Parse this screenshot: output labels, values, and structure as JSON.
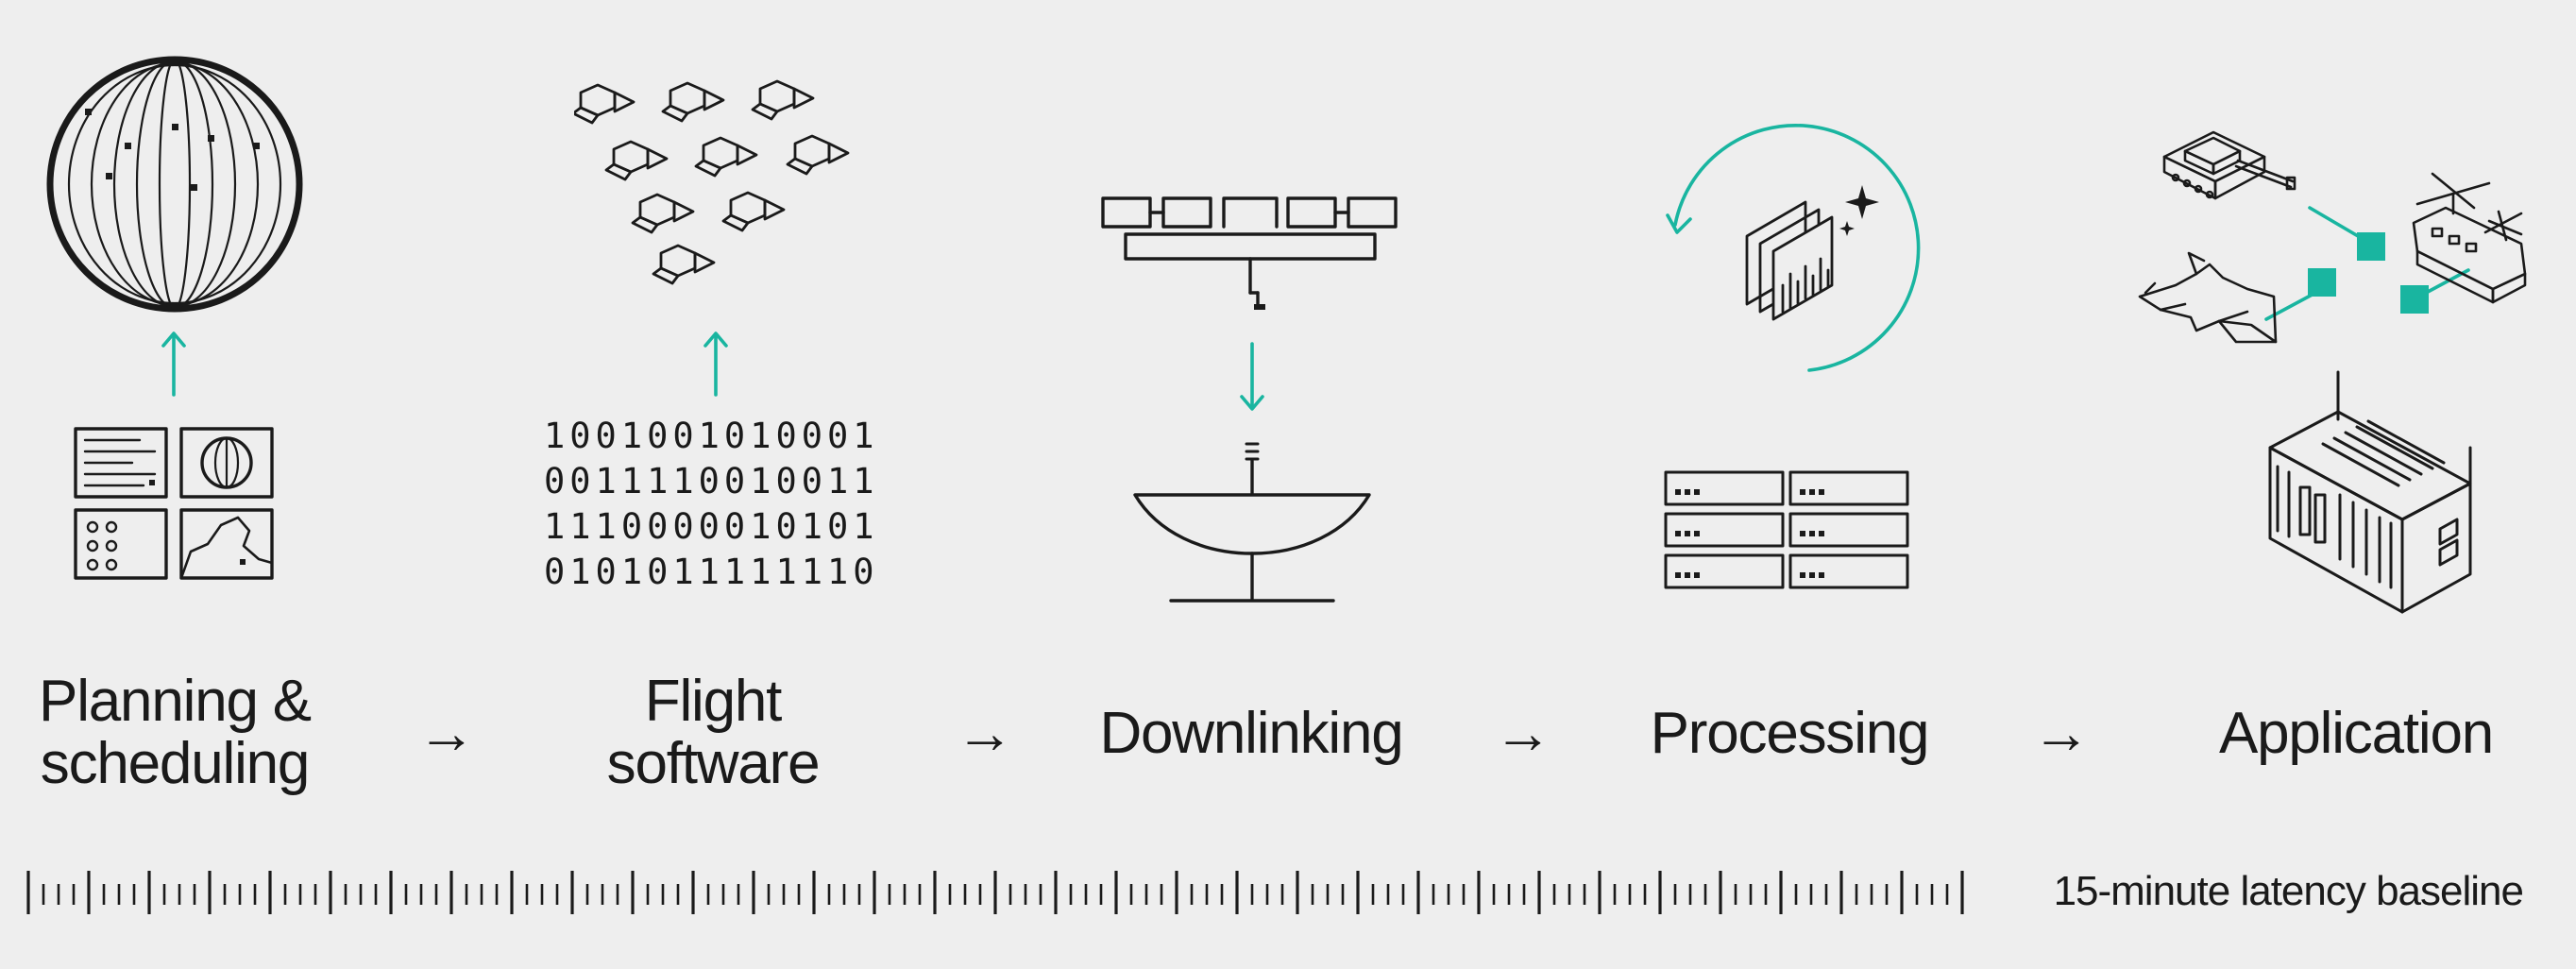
{
  "accent_color": "#19b5a0",
  "ink_color": "#1a1a1a",
  "background_color": "#eeeeee",
  "stages": [
    {
      "label_line1": "Planning &",
      "label_line2": "scheduling",
      "icons": [
        "globe-icon",
        "mission-dashboard-icon"
      ]
    },
    {
      "label_line1": "Flight",
      "label_line2": "software",
      "icons": [
        "satellite-swarm-icon"
      ]
    },
    {
      "label": "Downlinking",
      "icons": [
        "satellite-icon",
        "ground-dish-icon"
      ]
    },
    {
      "label": "Processing",
      "icons": [
        "refresh-cycle-icon",
        "data-stack-icon",
        "server-rack-icon"
      ]
    },
    {
      "label": "Application",
      "icons": [
        "tank-icon",
        "fighter-jet-icon",
        "helicopter-icon",
        "container-icon"
      ]
    }
  ],
  "binary_lines": [
    "1001001010001",
    "0011110010011",
    "1110000010101",
    "0101011111110"
  ],
  "arrow_glyph": "→",
  "latency_label": "15-minute latency baseline"
}
